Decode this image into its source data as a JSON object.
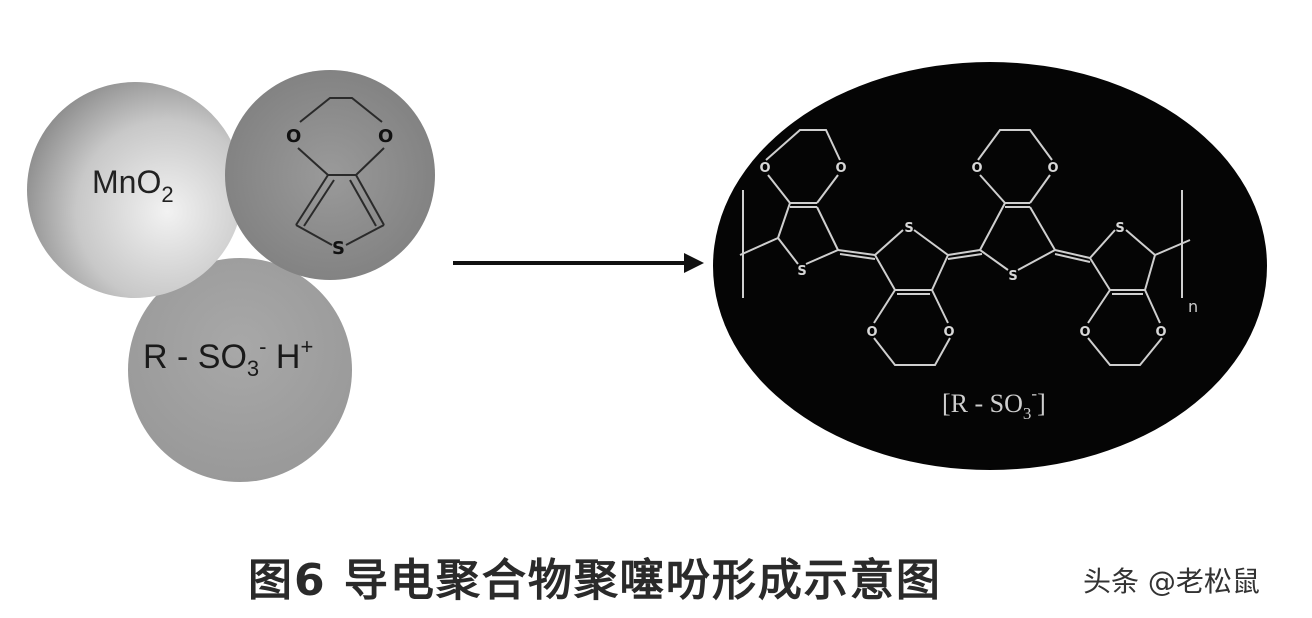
{
  "diagram": {
    "reactants": {
      "oxidant": {
        "label": "MnO",
        "subscript": "2"
      },
      "monomer": {
        "atom_o": "O",
        "atom_s": "S"
      },
      "dopant": {
        "label_a": "R - SO",
        "subscript": "3",
        "sup": "-",
        "label_b": " H",
        "sup2": "+"
      }
    },
    "product": {
      "atom_o": "O",
      "atom_s": "S",
      "repeat": "n",
      "counterion": {
        "prefix": "[R - SO",
        "subscript": "3",
        "sup": "-",
        "suffix": "]"
      }
    },
    "colors": {
      "product_bg": "#050505",
      "bond": "#cfcfcf",
      "circle_gray": "#8f8f8f"
    }
  },
  "caption": "图6  导电聚合物聚噻吩形成示意图",
  "watermark": "头条 @老松鼠"
}
